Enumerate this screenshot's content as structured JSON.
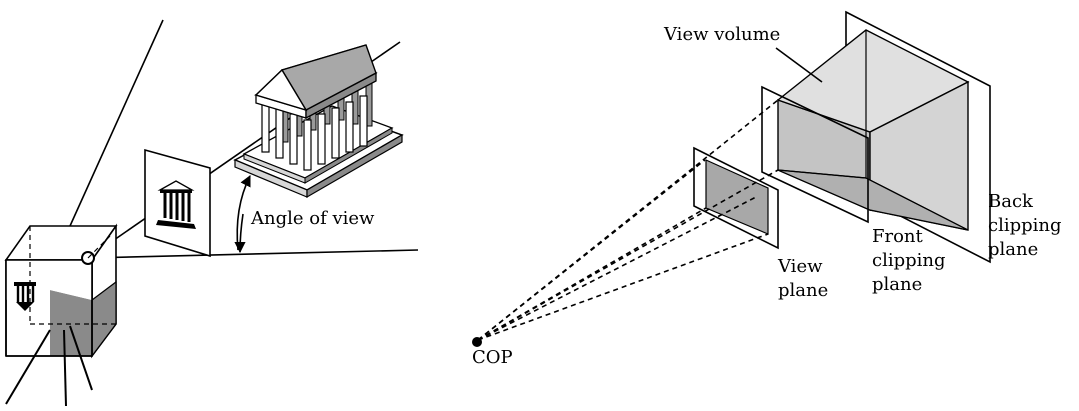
{
  "left_figure": {
    "angle_label": "Angle of view"
  },
  "right_figure": {
    "view_volume_label": "View volume",
    "view_plane_label": [
      "View",
      "plane"
    ],
    "front_plane_label": [
      "Front",
      "clipping",
      "plane"
    ],
    "back_plane_label": [
      "Back",
      "clipping",
      "plane"
    ],
    "cop_label": "COP"
  },
  "colors": {
    "gray_light": "#d6d6d6",
    "gray_mid": "#bdbdbd",
    "gray_dark": "#8a8a8a",
    "ink": "#000000"
  }
}
